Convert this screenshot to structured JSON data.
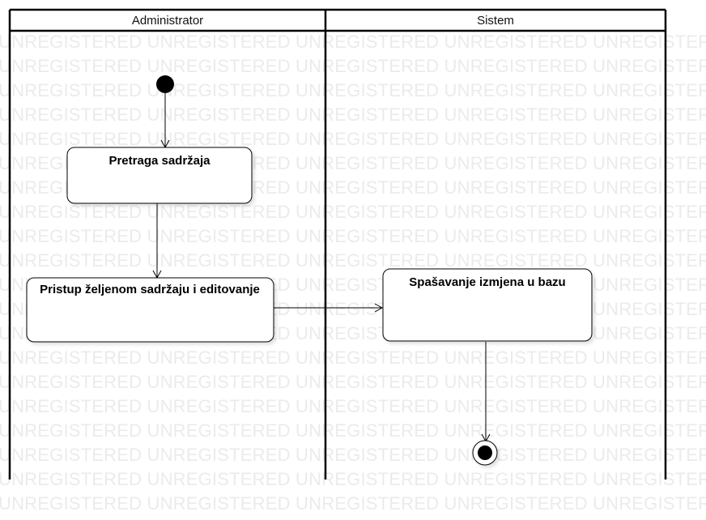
{
  "swimlanes": [
    {
      "title": "Administrator"
    },
    {
      "title": "Sistem"
    }
  ],
  "actions": [
    {
      "label": "Pretraga sadržaja"
    },
    {
      "label": "Pristup željenom sadržaju i editovanje"
    },
    {
      "label": "Spašavanje izmjena u bazu"
    }
  ],
  "watermark": {
    "text": "UNREGISTERED"
  }
}
